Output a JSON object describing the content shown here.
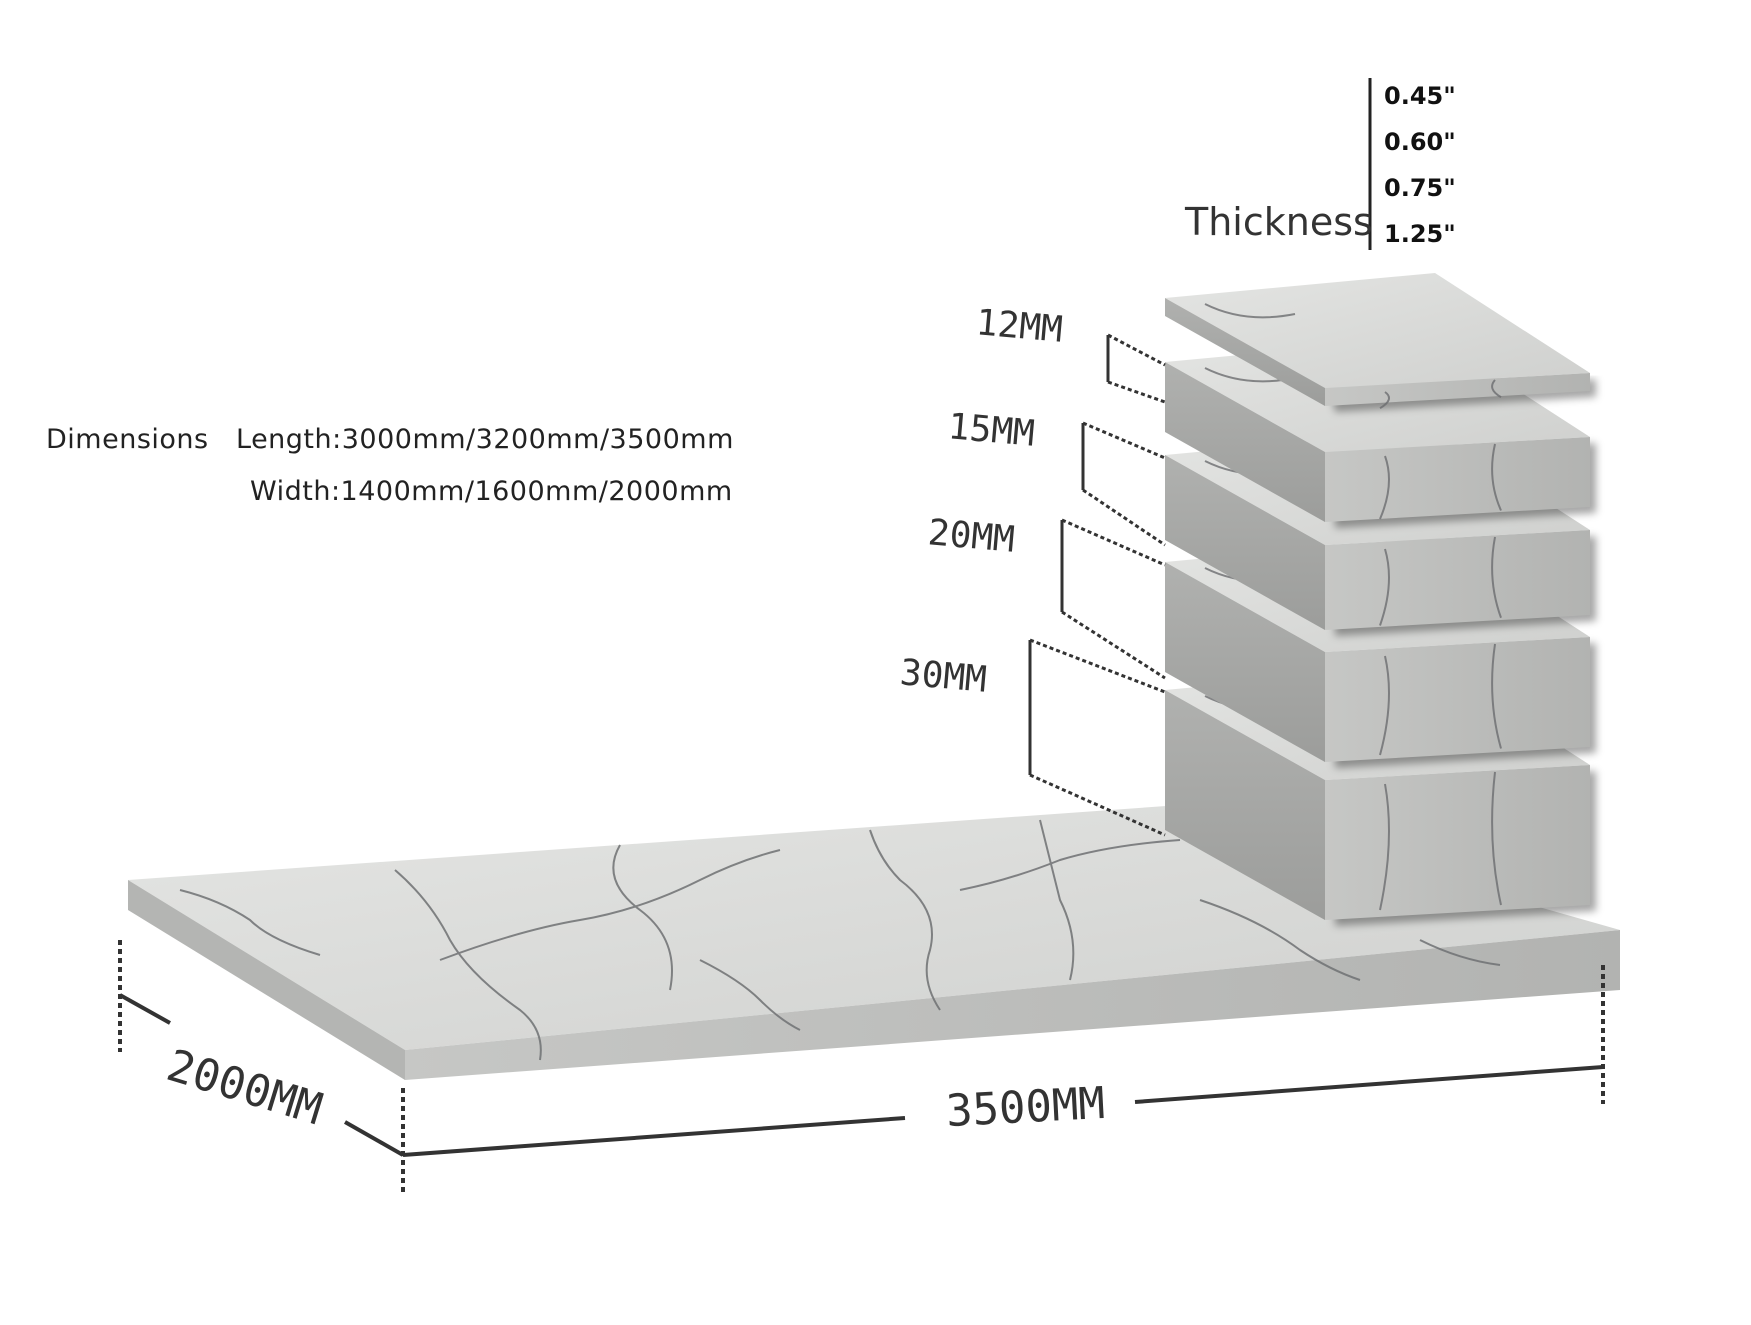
{
  "dimensions": {
    "heading": "Dimensions",
    "length": "Length:3000mm/3200mm/3500mm",
    "width": "Width:1400mm/1600mm/2000mm"
  },
  "thickness": {
    "title": "Thickness",
    "inches": [
      "0.45\"",
      "0.60\"",
      "0.75\"",
      "1.25\""
    ]
  },
  "slab_labels": [
    "12MM",
    "15MM",
    "20MM",
    "30MM"
  ],
  "base": {
    "width_label": "2000MM",
    "length_label": "3500MM"
  },
  "colors": {
    "stone_top": "#d9dad8",
    "stone_front": "#b9bab8",
    "stone_side": "#a6a7a5",
    "vein": "#6c6e70",
    "line": "#333333"
  }
}
